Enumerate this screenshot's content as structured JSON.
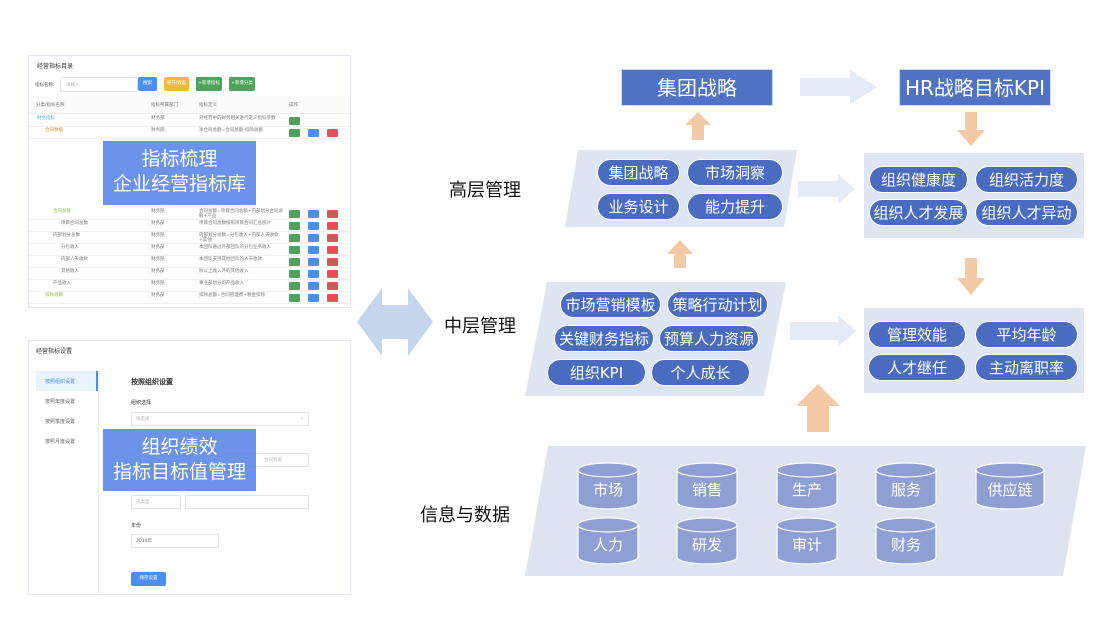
{
  "catalog": {
    "title": "经营指标目录",
    "search_label": "指标名称:",
    "search_placeholder": "请输入",
    "buttons": {
      "search": "搜索",
      "expand": "展开/收起",
      "add_indicator": "+新增指标",
      "add_category": "+新增分类"
    },
    "columns": [
      "分类/指标名称",
      "指标所属部门",
      "指标定义",
      "操作"
    ],
    "rows": [
      {
        "name": "财务指标",
        "dept": "财务部",
        "def": "对经营中的财务相关进行定义指标参数",
        "level": 0,
        "color": "#3fb5c8"
      },
      {
        "name": "合同数据",
        "dept": "财务部",
        "def": "净合同总额=合同总额-扣除总额",
        "level": 1,
        "color": "#d4952b"
      },
      {
        "name": "合同总额",
        "dept": "财务部",
        "def": "合同总额=项目合同总额+内部划分合同总额+产品",
        "level": 2,
        "color": "#8cc23f"
      },
      {
        "name": "项目合同总数",
        "dept": "财务部",
        "def": "项目合同总数按照项目合同汇总统计",
        "level": 3,
        "color": "#777"
      },
      {
        "name": "内部划分总数",
        "dept": "财务部",
        "def": "内部划分总数=分包收入+内部人天收款+其他",
        "level": 2,
        "color": "#777"
      },
      {
        "name": "分包收入",
        "dept": "财务部",
        "def": "本团队通过外部团队的分包业务收入",
        "level": 3,
        "color": "#777"
      },
      {
        "name": "内部人天收款",
        "dept": "财务部",
        "def": "本团队支持其他团队的人天收款",
        "level": 3,
        "color": "#777"
      },
      {
        "name": "其他收入",
        "dept": "财务部",
        "def": "除以上收入外的其他收入",
        "level": 3,
        "color": "#777"
      },
      {
        "name": "产品收入",
        "dept": "财务部",
        "def": "事业部划分的产品收入",
        "level": 2,
        "color": "#777"
      },
      {
        "name": "扣除总额",
        "dept": "财务部",
        "def": "扣除总额=合同管理费+税金扣除",
        "level": 1,
        "color": "#8cc23f"
      }
    ],
    "overlay": [
      "指标梳理",
      "企业经营指标库"
    ]
  },
  "settings": {
    "title": "经营指标设置",
    "menu": [
      "按照组织设置",
      "按照年度设置",
      "按照季度设置",
      "按照月度设置"
    ],
    "heading": "按照组织设置",
    "org_label": "组织选择",
    "org_placeholder": "请选择",
    "select2_value": "合同数据",
    "type_value": "值类型",
    "year_label": "年份",
    "year_value": "2019年",
    "save": "保存设置",
    "overlay": [
      "组织绩效",
      "指标目标值管理"
    ]
  },
  "diagram": {
    "top_left_box": "集团战略",
    "top_right_box": "HR战略目标KPI",
    "levels": {
      "high": "高层管理",
      "mid": "中层管理",
      "data": "信息与数据"
    },
    "high_items": [
      "集团战略",
      "市场洞察",
      "业务设计",
      "能力提升"
    ],
    "mid_items": [
      "市场营销模板",
      "策略行动计划",
      "关键财务指标",
      "预算人力资源",
      "组织KPI",
      "个人成长"
    ],
    "hr_high": [
      "组织健康度",
      "组织活力度",
      "组织人才发展",
      "组织人才异动"
    ],
    "hr_mid": [
      "管理效能",
      "平均年龄",
      "人才继任",
      "主动离职率"
    ],
    "data_items": [
      "市场",
      "销售",
      "生产",
      "服务",
      "供应链",
      "人力",
      "研发",
      "审计",
      "财务"
    ],
    "colors": {
      "pill": "#4a6cc0",
      "box": "#4f72c4",
      "panel": "#dee6f3",
      "cylinder": "#8e9fd4",
      "arrow_up": "#f3c9a6",
      "arrow_flow": "#e3ebf7"
    }
  }
}
